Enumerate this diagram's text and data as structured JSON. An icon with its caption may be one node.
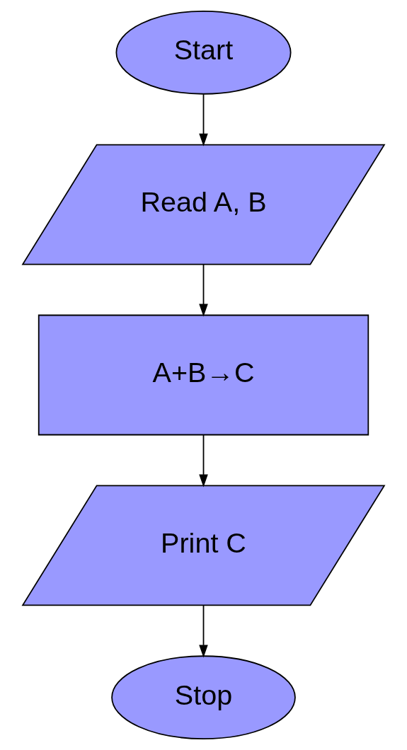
{
  "diagram": {
    "nodes": [
      {
        "text": [
          "Start"
        ]
      },
      {
        "text": [
          "Read A, B"
        ]
      },
      {
        "text": [
          "A+B→C"
        ]
      },
      {
        "text": [
          "Print C"
        ]
      },
      {
        "text": [
          "Stop"
        ]
      }
    ],
    "edges": [
      {
        "from": 0,
        "to": 1,
        "arrow": "to"
      },
      {
        "from": 1,
        "to": 2,
        "arrow": "to"
      },
      {
        "from": 2,
        "to": 3,
        "arrow": "to"
      },
      {
        "from": 3,
        "to": 4,
        "arrow": "to"
      }
    ]
  }
}
